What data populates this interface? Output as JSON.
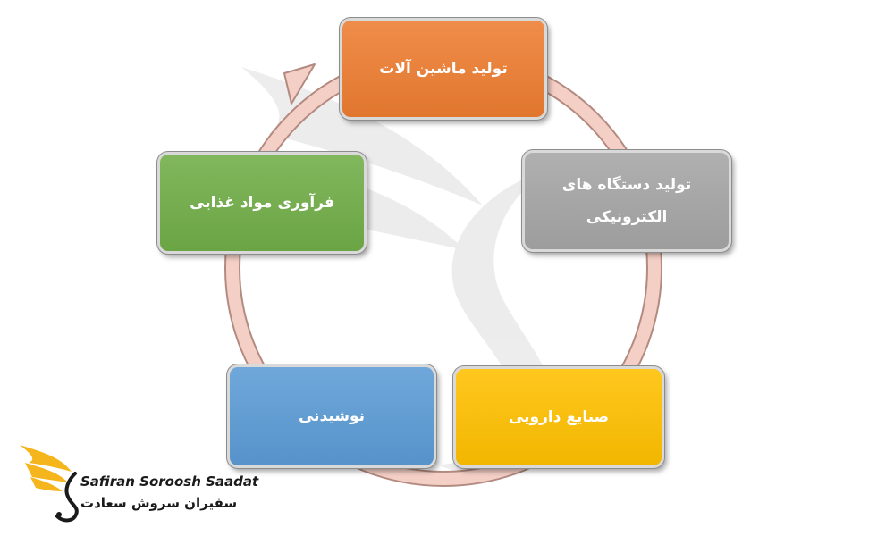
{
  "colors": {
    "machinery": "#ed7d31",
    "electronics": "#a5a5a5",
    "pharma": "#ffc000",
    "beverages": "#5b9bd5",
    "food": "#70ad47",
    "cycle_arrow": "#f4cfc6",
    "logo_wing": "#f5b51c"
  },
  "nodes": {
    "machinery": {
      "lines": [
        "تولید ماشین آلات"
      ]
    },
    "electronics": {
      "lines": [
        "تولید دستگاه های",
        "الکترونیکی"
      ]
    },
    "pharma": {
      "lines": [
        "صنایع دارویی"
      ]
    },
    "beverages": {
      "lines": [
        "نوشیدنی"
      ]
    },
    "food": {
      "lines": [
        "فرآوری مواد غذایی"
      ]
    }
  },
  "logo": {
    "name_en": "Safiran Soroosh Saadat",
    "name_fa": "سفیران سروش سعادت"
  }
}
